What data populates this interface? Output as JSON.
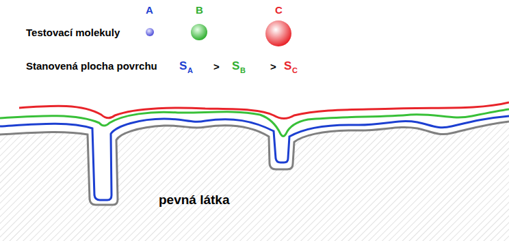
{
  "diagram": {
    "labels": [
      "A",
      "B",
      "C",
      "Testovací molekuly",
      "Stanovená plocha povrchu",
      "S",
      "A",
      ">",
      "S",
      "B",
      ">",
      "S",
      "C",
      "pevná látka"
    ]
  }
}
